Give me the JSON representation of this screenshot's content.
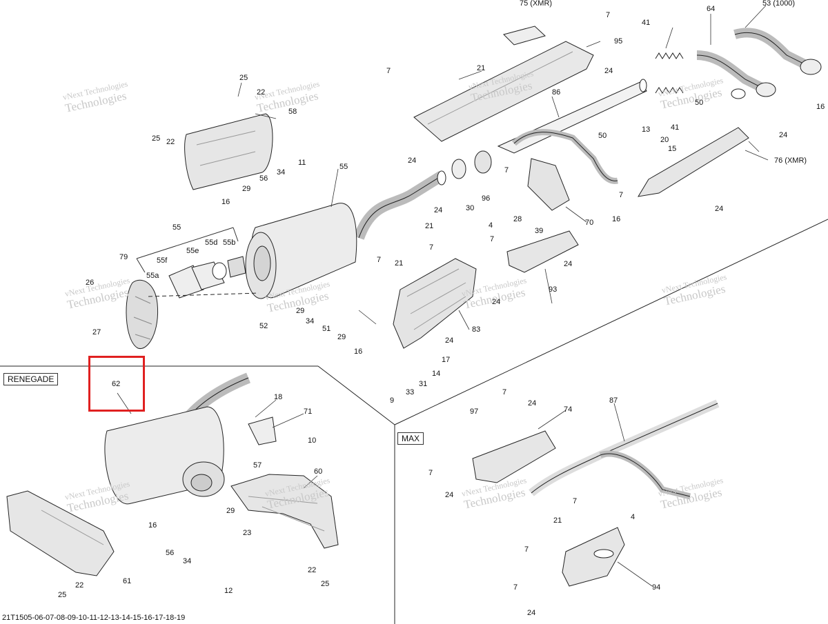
{
  "diagram_code": "21T1505-06-07-08-09-10-11-12-13-14-15-16-17-18-19",
  "sections": {
    "renegade": "RENEGADE",
    "max": "MAX"
  },
  "watermark": {
    "line1": "vNext Technologies",
    "line2": "Technologies"
  },
  "highlight_color": "#e02020",
  "callouts": {
    "c75": "75 (XMR)",
    "c53": "53 (1000)",
    "c64": "64",
    "c7a": "7",
    "c95": "95",
    "c41a": "41",
    "c21a": "21",
    "c7b": "7",
    "c24a": "24",
    "c25a": "25",
    "c22a": "22",
    "c58": "58",
    "c86": "86",
    "c50a": "50",
    "c16a": "16",
    "c41b": "41",
    "c25b": "25",
    "c22b": "22",
    "c24b": "24",
    "c13": "13",
    "c20": "20",
    "c15": "15",
    "c24c": "24",
    "c76": "76 (XMR)",
    "c50b": "50",
    "c7c": "7",
    "c55a": "55",
    "c11": "11",
    "c34a": "34",
    "c56a": "56",
    "c29a": "29",
    "c16b": "16",
    "c7d": "7",
    "c30": "30",
    "c96": "96",
    "c24d": "24",
    "c28": "28",
    "c70": "70",
    "c16c": "16",
    "c24e": "24",
    "c55b": "55",
    "c21b": "21",
    "c4a": "4",
    "c39": "39",
    "c55d": "55d",
    "c55b2": "55b",
    "c55e": "55e",
    "c7e": "7",
    "c7f": "7",
    "c79": "79",
    "c55f": "55f",
    "c55a2": "55a",
    "c24f": "24",
    "c7g": "7",
    "c21c": "21",
    "c26": "26",
    "c93": "93",
    "c24g": "24",
    "c29b": "29",
    "c34b": "34",
    "c52": "52",
    "c51": "51",
    "c27": "27",
    "c29c": "29",
    "c16d": "16",
    "c83": "83",
    "c24h": "24",
    "c17": "17",
    "c14": "14",
    "c31": "31",
    "c33": "33",
    "c9": "9",
    "c62": "62",
    "c18": "18",
    "c71": "71",
    "c10": "10",
    "c57": "57",
    "c60": "60",
    "c16e": "16",
    "c29d": "29",
    "c56b": "56",
    "c34c": "34",
    "c23": "23",
    "c22c": "22",
    "c25c": "25",
    "c61": "61",
    "c22d": "22",
    "c25d": "25",
    "c12": "12",
    "c97": "97",
    "c7h": "7",
    "c24i": "24",
    "c74": "74",
    "c87": "87",
    "c7i": "7",
    "c24j": "24",
    "c7j": "7",
    "c21d": "21",
    "c4b": "4",
    "c7k": "7",
    "c7l": "7",
    "c94": "94",
    "c24k": "24"
  }
}
